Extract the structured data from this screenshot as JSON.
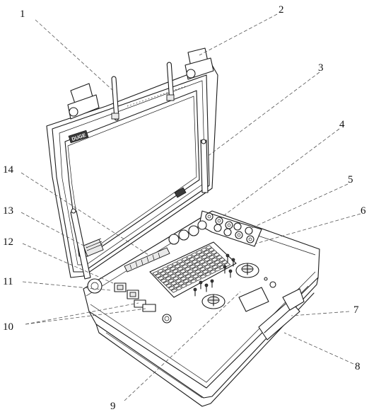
{
  "figure": {
    "brand_text": "DUGE",
    "labels": [
      {
        "id": "1",
        "text": "1"
      },
      {
        "id": "2",
        "text": "2"
      },
      {
        "id": "3",
        "text": "3"
      },
      {
        "id": "4",
        "text": "4"
      },
      {
        "id": "5",
        "text": "5"
      },
      {
        "id": "6",
        "text": "6"
      },
      {
        "id": "7",
        "text": "7"
      },
      {
        "id": "8",
        "text": "8"
      },
      {
        "id": "9",
        "text": "9"
      },
      {
        "id": "10",
        "text": "10"
      },
      {
        "id": "11",
        "text": "11"
      },
      {
        "id": "12",
        "text": "12"
      },
      {
        "id": "13",
        "text": "13"
      },
      {
        "id": "14",
        "text": "14"
      }
    ]
  }
}
